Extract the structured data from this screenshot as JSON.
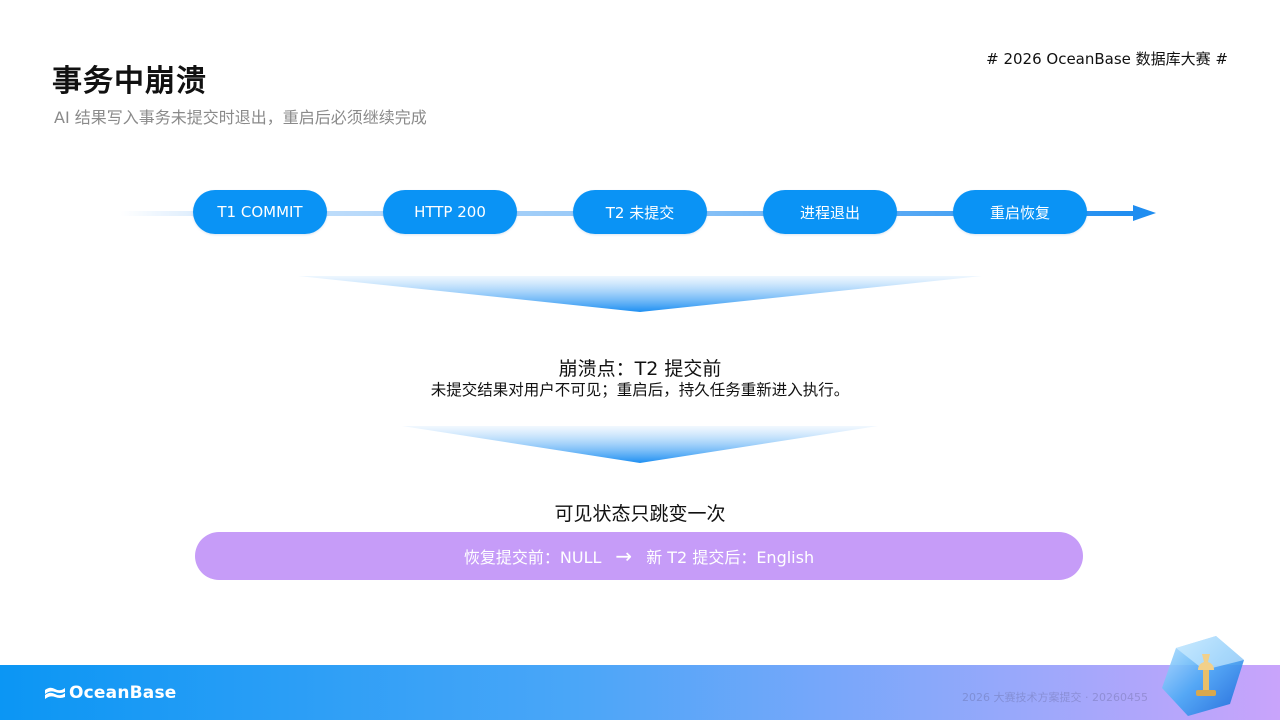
{
  "header": {
    "title": "事务中崩溃",
    "subtitle": "AI 结果写入事务未提交时退出，重启后必须继续完成",
    "event_tag": "# 2026 OceanBase 数据库大赛 #"
  },
  "timeline": {
    "steps": [
      "T1 COMMIT",
      "HTTP 200",
      "T2 未提交",
      "进程退出",
      "重启恢复"
    ]
  },
  "crash_point": {
    "title": "崩溃点：T2 提交前",
    "description": "未提交结果对用户不可见；重启后，持久任务重新进入执行。"
  },
  "visibility": {
    "title": "可见状态只跳变一次",
    "before": "恢复提交前：NULL",
    "arrow": "→",
    "after": "新 T2 提交后：English"
  },
  "footer": {
    "logo_text": "OceanBase",
    "watermark": "2026 大赛技术方案提交 · 20260455"
  },
  "colors": {
    "pill_blue": "#0a93f5",
    "purple_bar": "#c69cf8",
    "arrow_blue": "#1f8df0"
  },
  "icons": {
    "logo": "oceanbase-logo-icon",
    "trophy": "trophy-cube-icon"
  }
}
